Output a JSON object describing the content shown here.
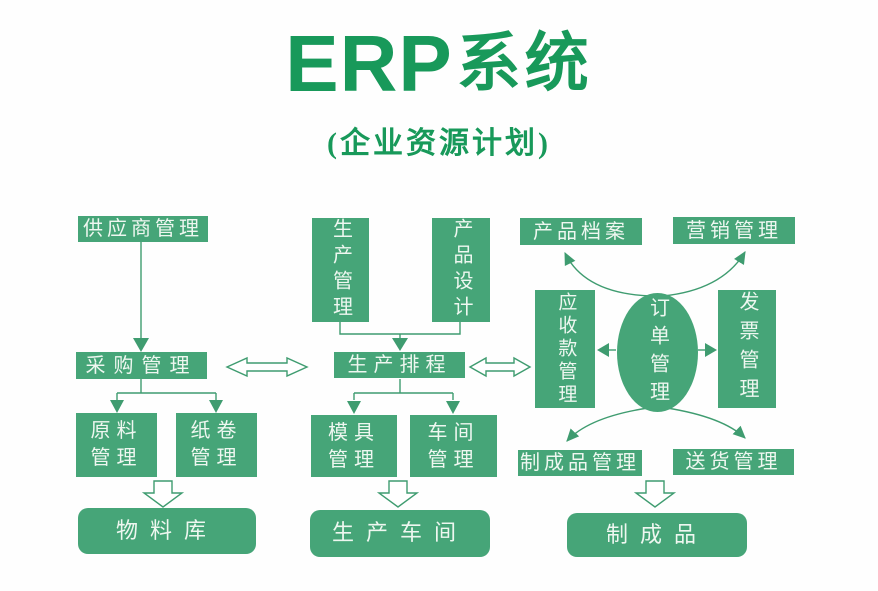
{
  "title": {
    "latin": "ERP",
    "cn": "系统",
    "subtitle": "(企业资源计划)"
  },
  "colors": {
    "title_green": "#18995a",
    "box_green": "#46a578",
    "arrow_green": "#3f9c70",
    "box_text": "#eef7f0",
    "background": "#ffffff"
  },
  "nodes": {
    "supplier": "供应商管理",
    "purchasing": "采购管理",
    "raw_material": "原料管理",
    "paper_roll": "纸卷管理",
    "material_warehouse": "物料库",
    "production": "生产管理",
    "product_design": "产品设计",
    "scheduling": "生产排程",
    "mold": "模具管理",
    "workshop": "车间管理",
    "production_workshop": "生产车间",
    "product_archives": "产品档案",
    "marketing": "营销管理",
    "receivable": "应收款管理",
    "order": "订单管理",
    "invoice": "发票管理",
    "finished_mgmt": "制成品管理",
    "delivery": "送货管理",
    "finished": "制成品"
  },
  "edges": [
    {
      "from": "supplier",
      "to": "purchasing",
      "style": "solid-arrow"
    },
    {
      "from": "purchasing",
      "to": "raw_material",
      "style": "solid-arrow"
    },
    {
      "from": "purchasing",
      "to": "paper_roll",
      "style": "solid-arrow"
    },
    {
      "from": "raw_material+paper_roll",
      "to": "material_warehouse",
      "style": "hollow-arrow"
    },
    {
      "from": "production+product_design",
      "to": "scheduling",
      "style": "solid-arrow"
    },
    {
      "from": "scheduling",
      "to": "mold",
      "style": "solid-arrow"
    },
    {
      "from": "scheduling",
      "to": "workshop",
      "style": "solid-arrow"
    },
    {
      "from": "mold+workshop",
      "to": "production_workshop",
      "style": "hollow-arrow"
    },
    {
      "from": "purchasing",
      "to": "scheduling",
      "style": "double-hollow-arrow"
    },
    {
      "from": "scheduling",
      "to": "receivable",
      "style": "double-hollow-arrow"
    },
    {
      "from": "order",
      "to": "product_archives",
      "style": "curved-arrow"
    },
    {
      "from": "order",
      "to": "marketing",
      "style": "curved-arrow"
    },
    {
      "from": "order",
      "to": "receivable",
      "style": "solid-arrow"
    },
    {
      "from": "order",
      "to": "invoice",
      "style": "solid-arrow"
    },
    {
      "from": "order",
      "to": "finished_mgmt",
      "style": "curved-arrow"
    },
    {
      "from": "order",
      "to": "delivery",
      "style": "curved-arrow"
    },
    {
      "from": "finished_mgmt+delivery",
      "to": "finished",
      "style": "hollow-arrow"
    }
  ]
}
